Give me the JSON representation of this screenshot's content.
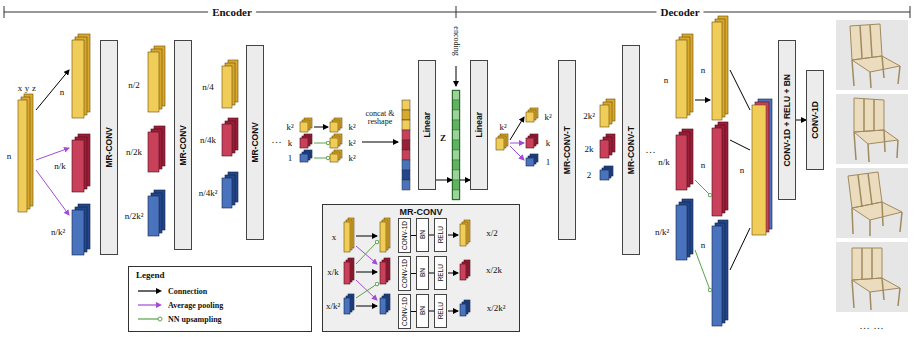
{
  "diagram": {
    "nodes": [
      {
        "text": [
          "MR-CONV"
        ]
      },
      {
        "text": [
          "MR-CONV"
        ]
      },
      {
        "text": [
          "MR-CONV"
        ]
      },
      {
        "text": [
          "Linear"
        ]
      },
      {
        "text": [
          "Z"
        ]
      },
      {
        "text": [
          "Linear"
        ]
      },
      {
        "text": [
          "MR-CONV-T"
        ]
      },
      {
        "text": [
          "MR-CONV-T"
        ]
      },
      {
        "text": [
          "CONV-1D + RELU + BN"
        ]
      },
      {
        "text": [
          "CONV-1D"
        ]
      },
      {
        "text": [
          "MR-CONV"
        ]
      },
      {
        "text": [
          "CONV-1D"
        ],
        "in": 10
      },
      {
        "text": [
          "BN"
        ],
        "in": 10
      },
      {
        "text": [
          "RELU"
        ],
        "in": 10
      },
      {
        "text": [
          "CONV-1D"
        ],
        "in": 10
      },
      {
        "text": [
          "BN"
        ],
        "in": 10
      },
      {
        "text": [
          "RELU"
        ],
        "in": 10
      },
      {
        "text": [
          "CONV-1D"
        ],
        "in": 10
      },
      {
        "text": [
          "BN"
        ],
        "in": 10
      },
      {
        "text": [
          "RELU"
        ],
        "in": 10
      },
      {
        "text": [
          "Legend"
        ]
      }
    ],
    "edges": [
      {
        "from": 3,
        "to": 4,
        "arrow": "to"
      },
      {
        "from": 4,
        "to": 5,
        "arrow": "to"
      },
      {
        "from": 8,
        "to": 9,
        "arrow": "to"
      },
      {
        "from": 11,
        "to": 12,
        "arrow": "none"
      },
      {
        "from": 12,
        "to": 13,
        "arrow": "none"
      },
      {
        "from": 14,
        "to": 15,
        "arrow": "none"
      },
      {
        "from": 15,
        "to": 16,
        "arrow": "none"
      },
      {
        "from": 17,
        "to": 18,
        "arrow": "none"
      },
      {
        "from": 18,
        "to": 19,
        "arrow": "none"
      }
    ],
    "labels": [
      "Encoder",
      "Decoder",
      "x",
      "y",
      "z",
      "n",
      "n",
      "n/k",
      "n/k²",
      "n/2",
      "n/2k",
      "n/2k²",
      "n/4",
      "n/4k",
      "n/4k²",
      "...",
      "k²",
      "k",
      "1",
      "k²",
      "k²",
      "k²",
      "concat & reshape",
      "encoding",
      "k²",
      "k²",
      "k",
      "1",
      "2k²",
      "2k",
      "2",
      "...",
      "n",
      "n/k",
      "n/k²",
      "n",
      "n",
      "n",
      "n",
      "x",
      "x/k",
      "x/k²",
      "x/2",
      "x/2k",
      "x/2k²",
      "... ..."
    ],
    "legend": [
      {
        "text": "Connection"
      },
      {
        "text": "Average pooling"
      },
      {
        "text": "NN upsampling"
      }
    ]
  }
}
